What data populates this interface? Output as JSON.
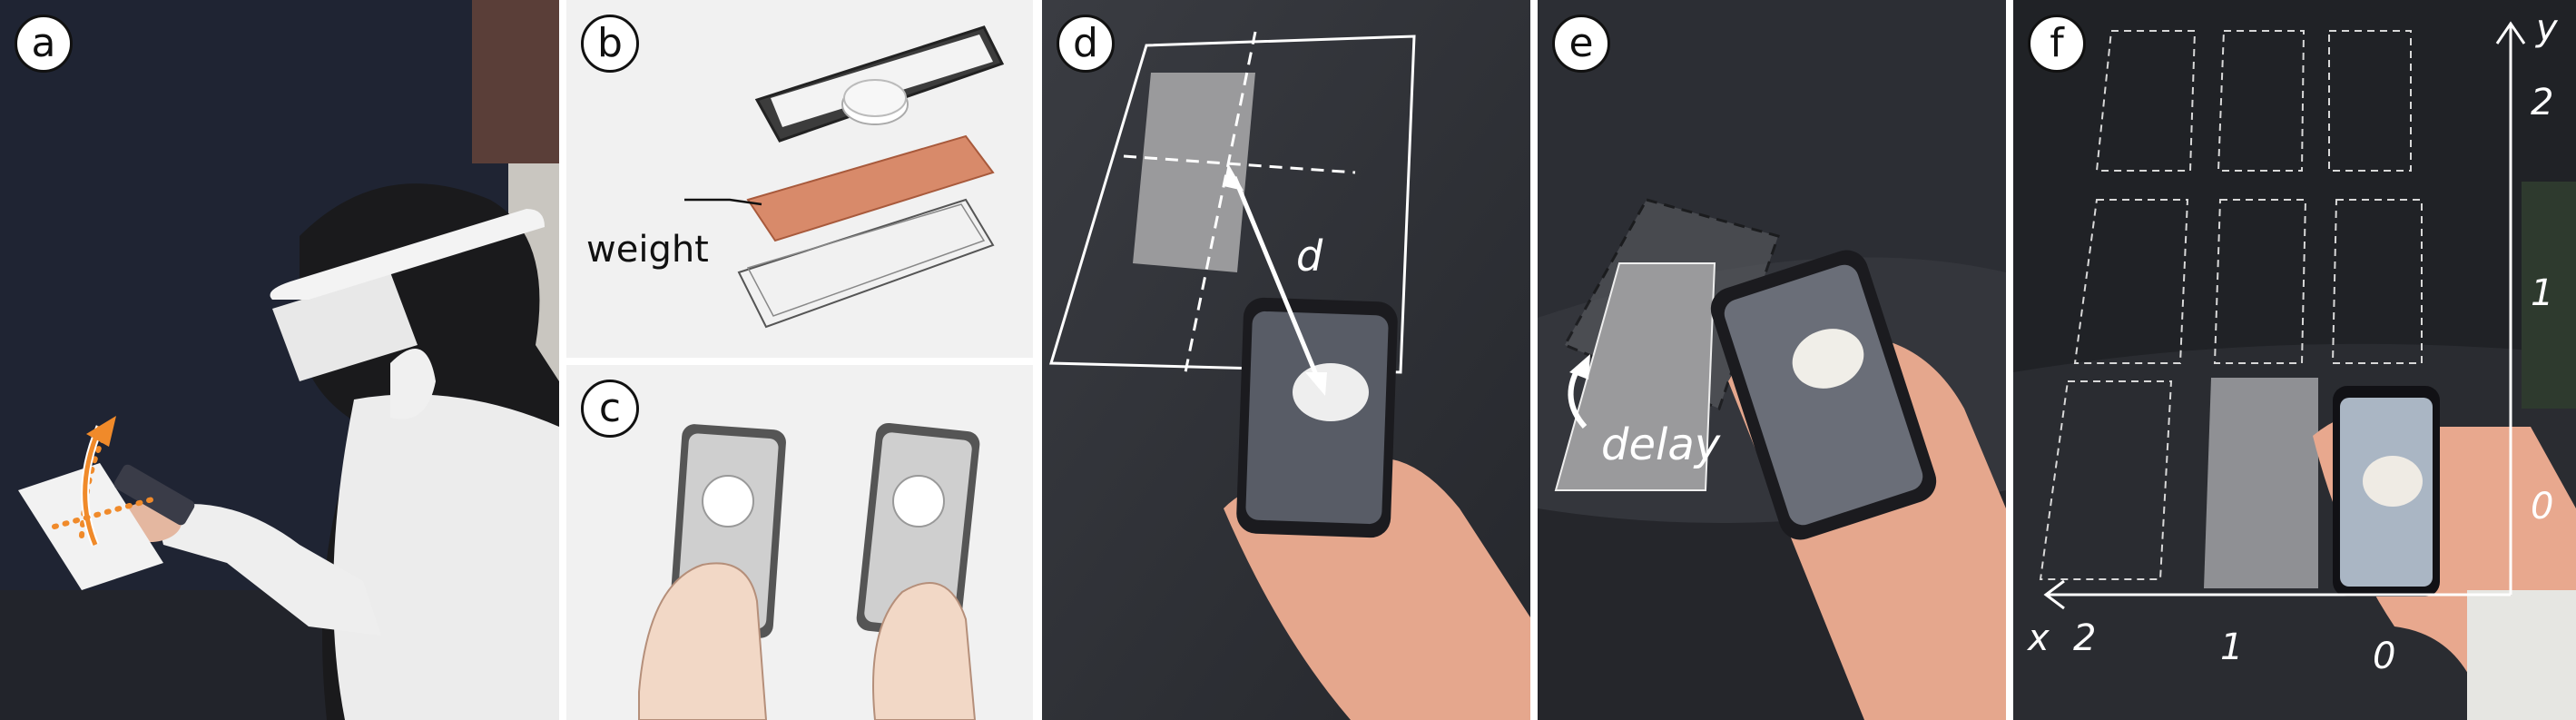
{
  "panels": {
    "a": {
      "badge": "a"
    },
    "b": {
      "badge": "b",
      "weight_label": "weight"
    },
    "c": {
      "badge": "c"
    },
    "d": {
      "badge": "d",
      "distance_label": "d"
    },
    "e": {
      "badge": "e",
      "delay_label": "delay"
    },
    "f": {
      "badge": "f",
      "x_label": "x",
      "y_label": "y",
      "x_ticks": [
        "2",
        "1",
        "0"
      ],
      "y_ticks": [
        "2",
        "1",
        "0"
      ]
    }
  },
  "colors": {
    "backdrop_dark": "#2b2d35",
    "copper": "#d88a6a",
    "orange_arrow": "#f08a2a",
    "panel_gray": "#9a9a9c"
  }
}
